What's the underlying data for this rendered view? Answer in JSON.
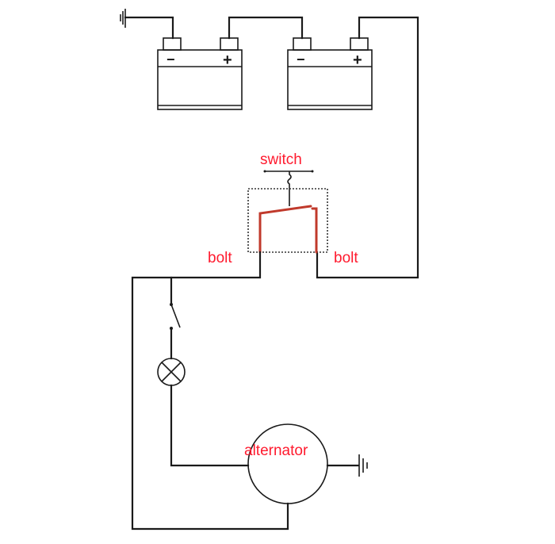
{
  "diagram": {
    "type": "wiring-schematic",
    "labels": {
      "switch": "switch",
      "bolt_left": "bolt",
      "bolt_right": "bolt",
      "alternator": "alternator"
    },
    "batteries": [
      {
        "name": "battery-1",
        "negative_symbol": "−",
        "positive_symbol": "+"
      },
      {
        "name": "battery-2",
        "negative_symbol": "−",
        "positive_symbol": "+"
      }
    ],
    "colors": {
      "wire": "#1a1a1a",
      "label": "#ff1a2e",
      "switch_contact": "#c0392b"
    }
  }
}
